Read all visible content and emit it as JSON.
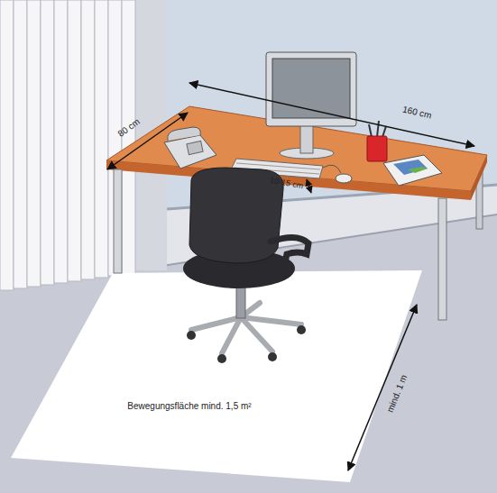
{
  "diagram": {
    "nodes": [
      {
        "text": [
          "Bewegungsfläche mind. 1,5 m²"
        ]
      }
    ],
    "labels": [
      "80 cm",
      "160 cm",
      "10-15 cm",
      "mind. 1 m"
    ]
  }
}
